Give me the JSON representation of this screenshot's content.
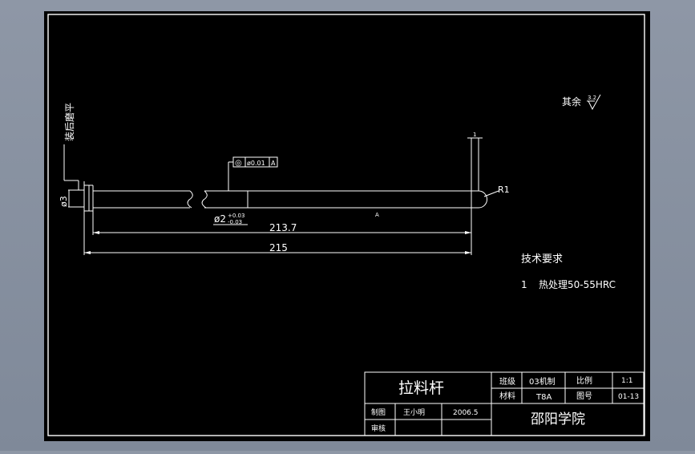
{
  "drawing": {
    "vertical_note": "装后磨平",
    "dia_left": "ø3",
    "tolerance": {
      "symbol": "◎",
      "value": "ø0.01",
      "datum": "A"
    },
    "dia_main": "ø2",
    "dia_main_upper": "+0.03",
    "dia_main_lower": "-0.03",
    "dim_1": "213.7",
    "dim_2": "215",
    "radius": "R1",
    "datum_marker": "A",
    "small_dim": "1",
    "roughness_prefix": "其余",
    "roughness_value": "3.2"
  },
  "requirements": {
    "title": "技术要求",
    "item_number": "1",
    "item_text": "热处理50-55HRC"
  },
  "title_block": {
    "part_name": "拉料杆",
    "class_label": "班级",
    "class_value": "03机制",
    "scale_label": "比例",
    "scale_value": "1:1",
    "material_label": "材料",
    "material_value": "T8A",
    "drawing_no_label": "图号",
    "drawing_no_value": "01-13",
    "drawn_label": "制图",
    "drawn_by": "王小明",
    "date": "2006.5",
    "checked_label": "审核",
    "school": "邵阳学院"
  }
}
